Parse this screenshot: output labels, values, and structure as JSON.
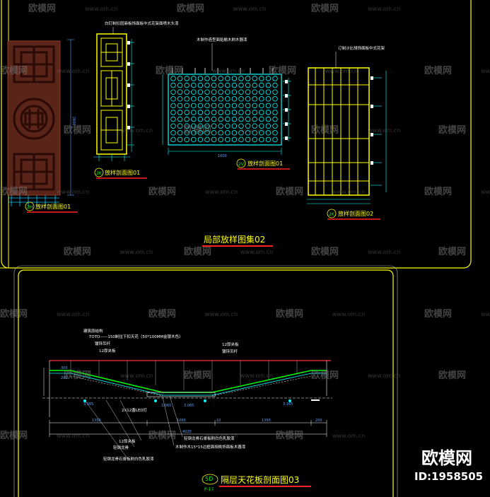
{
  "drawing1": {
    "note_b": "白钉制扣层麻板饰面板中式花架面喷木头漆",
    "note_c": "木制作造型面贴榆木刷木器漆",
    "note_d": "订制沙比胡饰面板中式花架",
    "label_a": "放样剖面图01",
    "label_a_tag": "2H",
    "label_b": "放样剖面图01",
    "label_b_tag": "2K",
    "label_c": "放样剖面图01",
    "label_c_tag": "2V",
    "label_d": "放样剖面图02",
    "label_d_tag": "2K",
    "dim_width_c": "1600",
    "dim_height_a": "2600",
    "title": "局部放样图集02"
  },
  "drawing2": {
    "notes_top": [
      "建筑原结构",
      "TOTO——150制拉下扣天花（50*100MM金银木色）",
      "镀锌吊杆",
      "12厚夹板"
    ],
    "notes_top_right": [
      "12厚夹板",
      "镀锌吊杆"
    ],
    "label_led": "2X12盏LED灯",
    "notes_bottom": [
      "12厚夹板",
      "轻钢龙骨",
      "轻钢龙骨石膏板刷白色乳胶漆",
      "木制作木15*15边框面胡桃饰面板木器漆",
      "轻钢龙骨石膏板刷白色乳胶漆"
    ],
    "dims": [
      "1350",
      "1060",
      "10",
      "1350",
      "200",
      "4020",
      "300",
      "200"
    ],
    "levels": [
      "3.165",
      "3.065",
      "3.065",
      "3.165"
    ],
    "title": "隔层天花板剖面图03",
    "title_tag": "5D",
    "title_sub": "P-17"
  },
  "watermark": {
    "brand": "欧模网",
    "url": "www.om.cn"
  },
  "brand_logo": {
    "text": "欧模网",
    "id": "ID:1958505"
  }
}
